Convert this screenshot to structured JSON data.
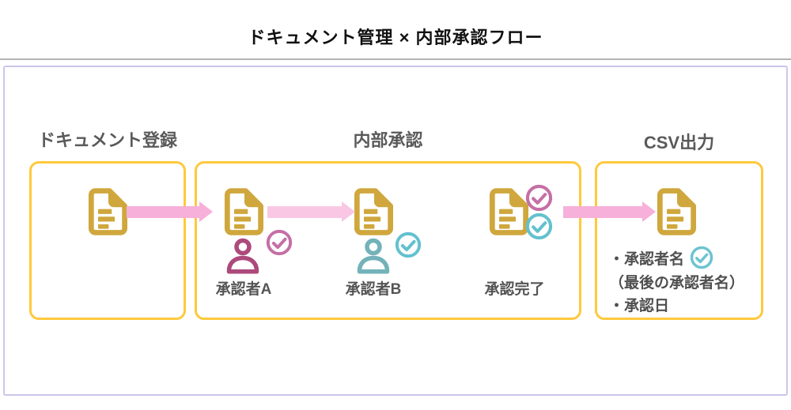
{
  "title": "ドキュメント管理 × 内部承認フロー",
  "colors": {
    "container_border": "#CDC5EA",
    "stage_box_border": "#FFC93C",
    "document_gold": "#CFA73D",
    "arrow_pink": "#F7B0DA",
    "arrow_light_pink": "#F9C7E4",
    "approver_a": "#AD4A7C",
    "check_a": "#C56FA5",
    "approver_b": "#74B2B9",
    "check_b": "#63C1CE",
    "check_csv": "#6EC4D0",
    "label_gray": "#5A5A5A",
    "divider_gray": "#B3B3B3"
  },
  "sections": {
    "register": {
      "label": "ドキュメント登録"
    },
    "approval": {
      "label": "内部承認",
      "steps": [
        {
          "label": "承認者A"
        },
        {
          "label": "承認者B"
        },
        {
          "label": "承認完了"
        }
      ]
    },
    "csv": {
      "label": "CSV出力",
      "bullets": [
        "・承認者名",
        "（最後の承認者名）",
        "・承認日"
      ]
    }
  }
}
